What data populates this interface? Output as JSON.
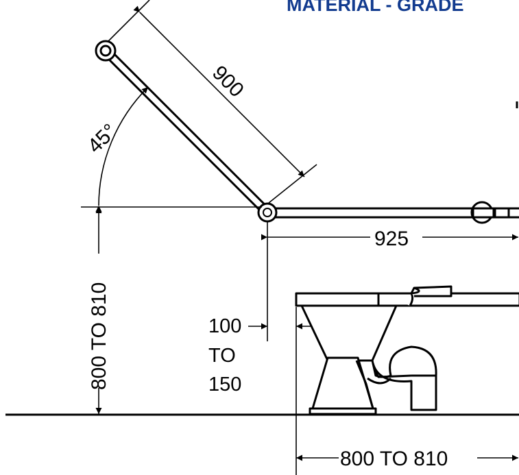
{
  "header": {
    "title": "MATERIAL - GRADE"
  },
  "dimensions": {
    "angle": "45°",
    "rail_length": "900",
    "horizontal_rail": "925",
    "rail_height": "800 TO 810",
    "pan_offset_line1": "100",
    "pan_offset_line2": "TO",
    "pan_offset_line3": "150",
    "pan_projection": "800 TO 810"
  },
  "colors": {
    "title": "#123b8f",
    "line": "#000000",
    "background": "#ffffff"
  }
}
